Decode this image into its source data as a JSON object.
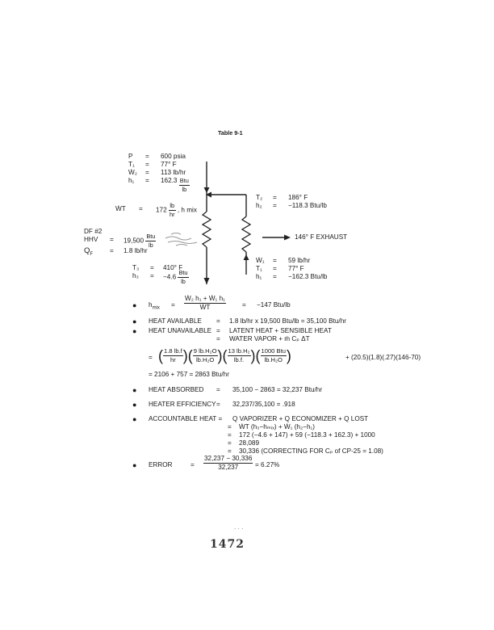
{
  "title": "Table 9-1",
  "inputs": {
    "p_label": "P",
    "p_eq": "=",
    "p_val": "600 psia",
    "t1_label": "T₁",
    "t1_eq": "=",
    "t1_val": "77° F",
    "w2_label": "Ẇ₂",
    "w2_eq": "=",
    "w2_val": "113 lb/hr",
    "h1_label": "h₁",
    "h1_eq": "=",
    "h1_val": "162.3",
    "h1_num": "Btu",
    "h1_den": "lb"
  },
  "wt": {
    "label": "ẆT",
    "eq": "=",
    "val": "172",
    "num": "lb",
    "den": "hr",
    "suffix": ", h mix"
  },
  "mix_out": {
    "t2_label": "T₂",
    "t2_eq": "=",
    "t2_val": "186° F",
    "h2_label": "h₂",
    "h2_eq": "=",
    "h2_val": "−118.3 Btu/lb"
  },
  "fuel": {
    "df_label": "DF #2",
    "hhv_label": "HHV",
    "hhv_eq": "=",
    "hhv_val": "19,500",
    "hhv_num": "Btu",
    "hhv_den": "lb",
    "qf_label": "Q",
    "qf_sub": "F",
    "qf_eq": "=",
    "qf_val": "1.8 lb/hr"
  },
  "exhaust_label": "146° F EXHAUST",
  "outlet": {
    "t3_label": "T₃",
    "t3_eq": "=",
    "t3_val": "410° F",
    "h3_label": "h₃",
    "h3_eq": "=",
    "h3_val": "−4.6",
    "h3_num": "Btu",
    "h3_den": "lb"
  },
  "water": {
    "w1_label": "Ẇ₁",
    "w1_eq": "=",
    "w1_val": "59 lb/hr",
    "t1_label": "T₁",
    "t1_eq": "=",
    "t1_val": "77° F",
    "h1_label": "h₁",
    "h1_eq": "=",
    "h1_val": "−162.3 Btu/lb"
  },
  "calcs": {
    "hmix_label": "h",
    "hmix_sub": "mix",
    "hmix_eq": "=",
    "hmix_num": "Ẇ₂ h₁ + Ẇ₁ h₁",
    "hmix_den": "ẆT",
    "hmix_eq2": "=",
    "hmix_val": "−147 Btu/lb",
    "heat_available_label": "HEAT AVAILABLE",
    "heat_available_eq": "=",
    "heat_available_val": "1.8 lb/hr x 19,500 Btu/lb   =   35,100 Btu/hr",
    "heat_unavailable_label": "HEAT UNAVAILABLE",
    "heat_unavailable_eq": "=",
    "heat_unavailable_val": "LATENT HEAT + SENSIBLE HEAT",
    "heat_unavailable_eq2": "=",
    "heat_unavailable_val2": "WATER VAPOR + ṁ  Cₚ ΔT",
    "expr_eq": "=",
    "f1_num": "1.8 lb.f",
    "f1_den": "hr",
    "f2_num": "9 lb.H₂O",
    "f2_den": "lb.H₂O",
    "f3_num": "13 lb.H₂",
    "f3_den": "lb.f.",
    "f4_num": "1000 Btu",
    "f4_den": "lb.H₂O",
    "expr_tail": "+  (20.5)(1.8)(.27)(146-70)",
    "expr_result": "=    2106 + 757     =     2863   Btu/hr",
    "heat_absorbed_label": "HEAT ABSORBED",
    "heat_absorbed_eq": "=",
    "heat_absorbed_val": "35,100 − 2863     =     32,237 Btu/hr",
    "heater_eff_label": "HEATER EFFICIENCY",
    "heater_eff_eq": "=",
    "heater_eff_val": "32,237/35,100     =     .918",
    "accountable_label": "ACCOUNTABLE HEAT =",
    "acc_line1": "Q VAPORIZER + Q ECONOMIZER + Q LOST",
    "acc_line2": "ẆT (h₃−hₘᵢₓ) + Ẇ₁ (h₂−h₁)",
    "acc_line3": "172 (−4.6 + 147) + 59 (−118.3 + 162.3) + 1000",
    "acc_line4": "28,089",
    "acc_line5": "30,336 (CORRECTING FOR Cₚ of CP-25 = 1.08)",
    "acc_eq": "=",
    "error_label": "ERROR",
    "error_eq": "=",
    "error_num": "32,237 − 30,336",
    "error_den": "32,237",
    "error_val": "= 6.27%"
  },
  "page_dots": ". . .",
  "page_number": "1472"
}
